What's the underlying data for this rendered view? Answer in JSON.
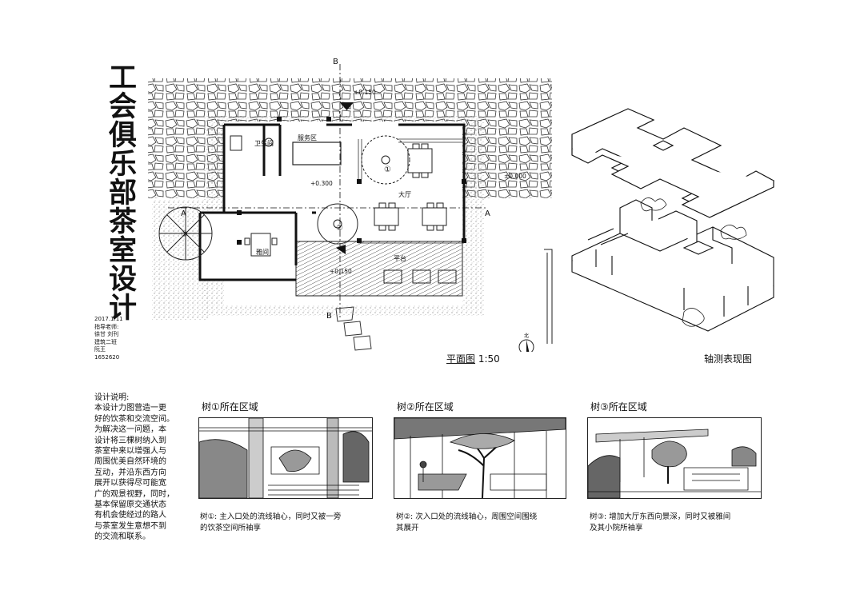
{
  "title": "工会俱乐部茶室设计",
  "meta": [
    "2017.1.11",
    "指导老师:",
    "徐甘  刘刊",
    "建筑二班",
    "阮王",
    "1652620"
  ],
  "plan": {
    "caption_main": "平面图",
    "caption_scale": "1:50",
    "north_label": "北",
    "rooms": {
      "toilet": "卫生间",
      "service": "服务区",
      "hall": "大厅",
      "private": "雅间",
      "terrace": "平台"
    },
    "levels": {
      "top": "+0.150",
      "service": "+0.300",
      "terrace": "+0.150",
      "outside": "±0.000"
    },
    "section_labels": {
      "a": "A",
      "b": "B"
    },
    "tree_labels": [
      "①",
      "②",
      "③"
    ]
  },
  "axo": {
    "caption": "轴测表现图"
  },
  "notes": [
    "设计说明:",
    "本设计力图营造一更",
    "好的饮茶和交流空间。",
    "为解决这一问题，本",
    "设计将三棵树纳入到",
    "茶室中来以增强人与",
    "周围优美自然环境的",
    "互动，并沿东西方向",
    "展开以获得尽可能宽",
    "广的观景视野，同时，",
    "基本保留原交通状态",
    "有机会使经过的路人",
    "与茶室发生意想不到",
    "的交流和联系。"
  ],
  "sketches": [
    {
      "title": "树①所在区域",
      "caption": [
        "树①: 主入口处的流线轴心，同时又被一旁",
        "的饮茶空间所袖享"
      ]
    },
    {
      "title": "树②所在区域",
      "caption": [
        "树②: 次入口处的流线轴心，周围空间围绕",
        "其展开"
      ]
    },
    {
      "title": "树③所在区域",
      "caption": [
        "树③: 增加大厅东西向景深，同时又被雅间",
        "及其小院所袖享"
      ]
    }
  ]
}
